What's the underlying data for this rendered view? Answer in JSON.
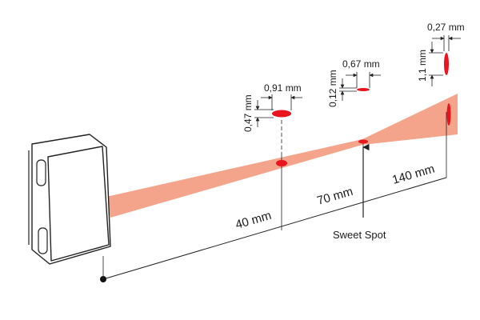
{
  "colors": {
    "beam": "#f4a48a",
    "spot": "#e8141e",
    "outline": "#222222"
  },
  "distances": {
    "d40": "40 mm",
    "d70": "70 mm",
    "d140": "140 mm"
  },
  "sweet_spot": "Sweet Spot",
  "spots": {
    "at40": {
      "width": "0,91 mm",
      "height": "0,47 mm"
    },
    "at70": {
      "width": "0,67 mm",
      "height": "0,12 mm"
    },
    "at140": {
      "width": "0,27 mm",
      "height": "1,1 mm"
    }
  }
}
